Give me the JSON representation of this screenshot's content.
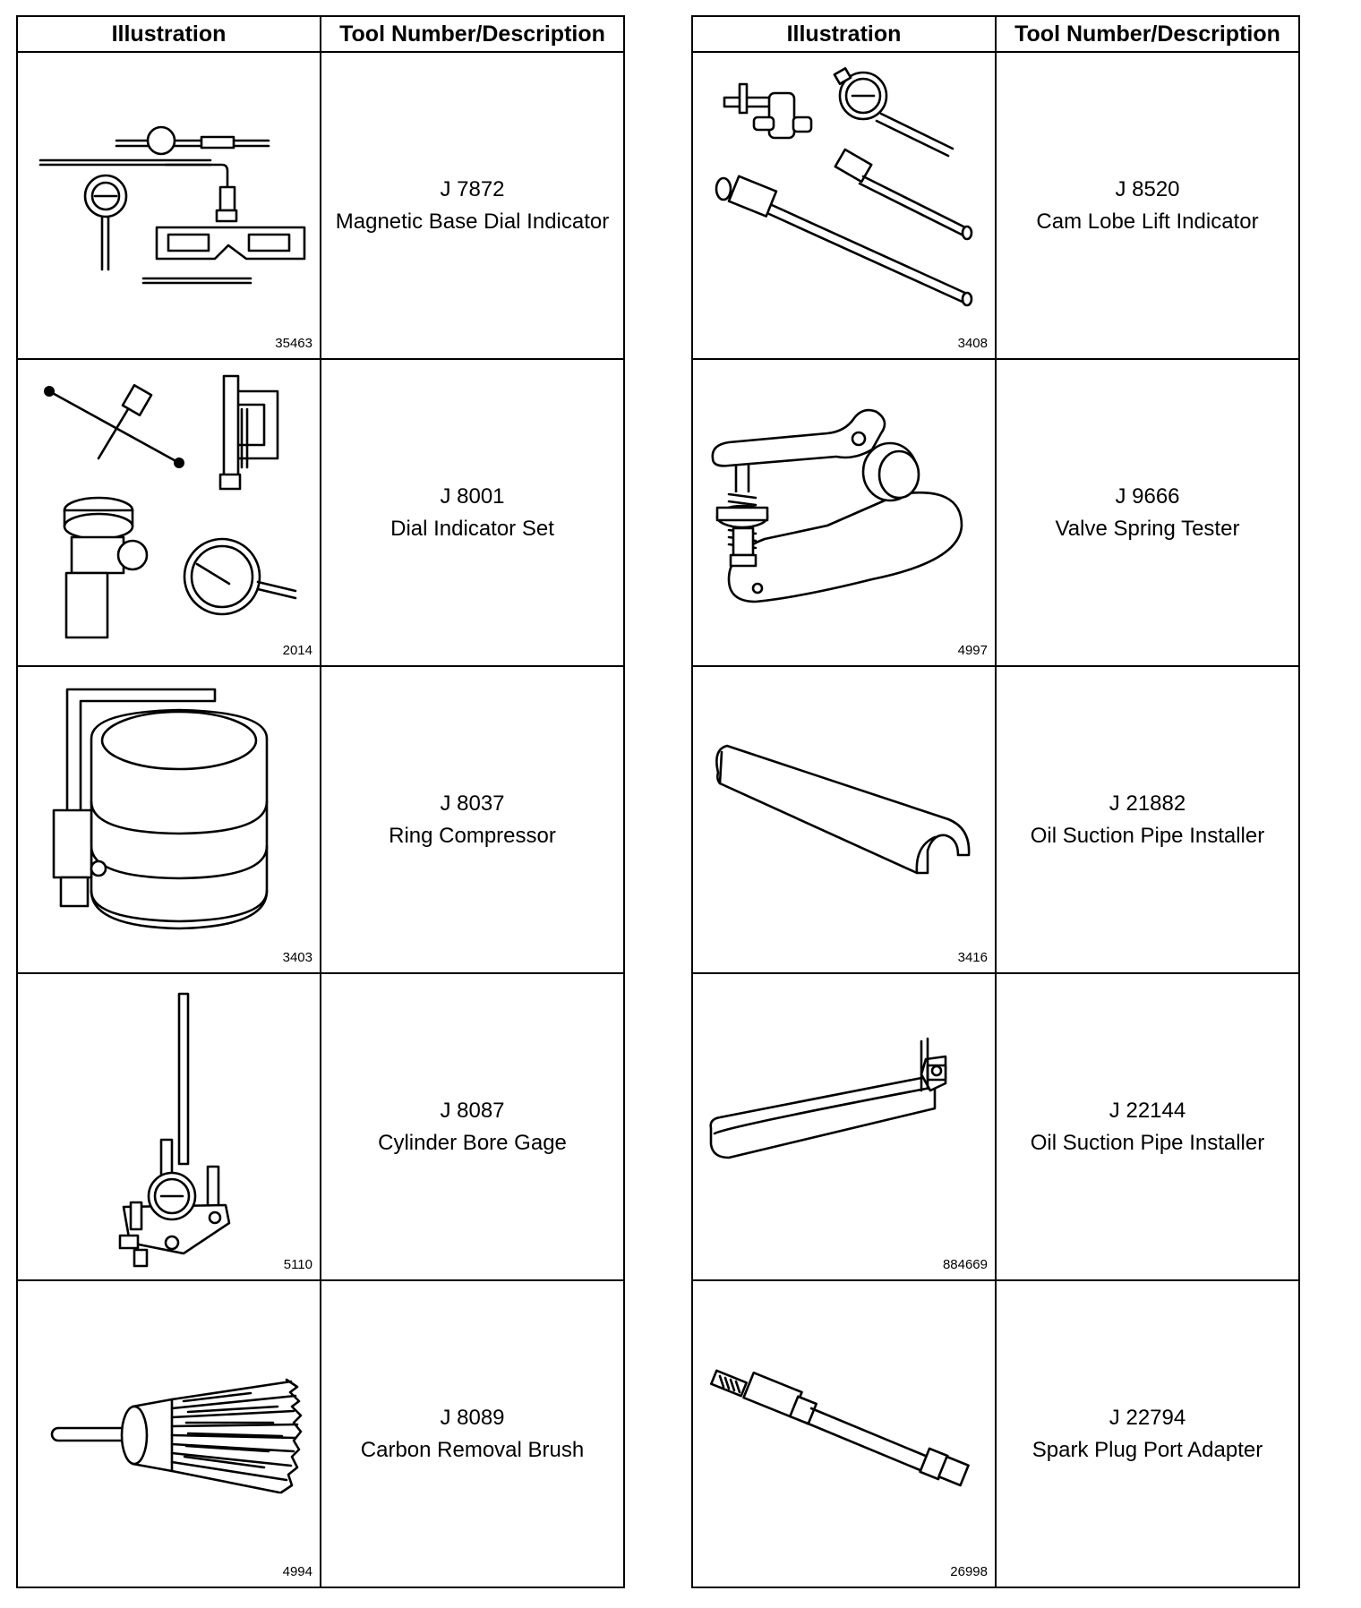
{
  "headers": {
    "illustration": "Illustration",
    "tool": "Tool Number/Description"
  },
  "left_tools": [
    {
      "number": "J 7872",
      "name": "Magnetic Base Dial Indicator",
      "fig": "35463",
      "icon": "magnetic-base-dial-indicator-icon"
    },
    {
      "number": "J 8001",
      "name": "Dial Indicator Set",
      "fig": "2014",
      "icon": "dial-indicator-set-icon"
    },
    {
      "number": "J 8037",
      "name": "Ring Compressor",
      "fig": "3403",
      "icon": "ring-compressor-icon"
    },
    {
      "number": "J 8087",
      "name": "Cylinder Bore Gage",
      "fig": "5110",
      "icon": "cylinder-bore-gage-icon"
    },
    {
      "number": "J 8089",
      "name": "Carbon Removal Brush",
      "fig": "4994",
      "icon": "carbon-removal-brush-icon"
    }
  ],
  "right_tools": [
    {
      "number": "J 8520",
      "name": "Cam Lobe Lift Indicator",
      "fig": "3408",
      "icon": "cam-lobe-lift-indicator-icon"
    },
    {
      "number": "J 9666",
      "name": "Valve Spring Tester",
      "fig": "4997",
      "icon": "valve-spring-tester-icon"
    },
    {
      "number": "J 21882",
      "name": "Oil Suction Pipe Installer",
      "fig": "3416",
      "icon": "oil-suction-pipe-installer-icon"
    },
    {
      "number": "J 22144",
      "name": "Oil Suction Pipe Installer",
      "fig": "884669",
      "icon": "oil-suction-pipe-installer-bracket-icon"
    },
    {
      "number": "J 22794",
      "name": "Spark Plug Port Adapter",
      "fig": "26998",
      "icon": "spark-plug-port-adapter-icon"
    }
  ]
}
